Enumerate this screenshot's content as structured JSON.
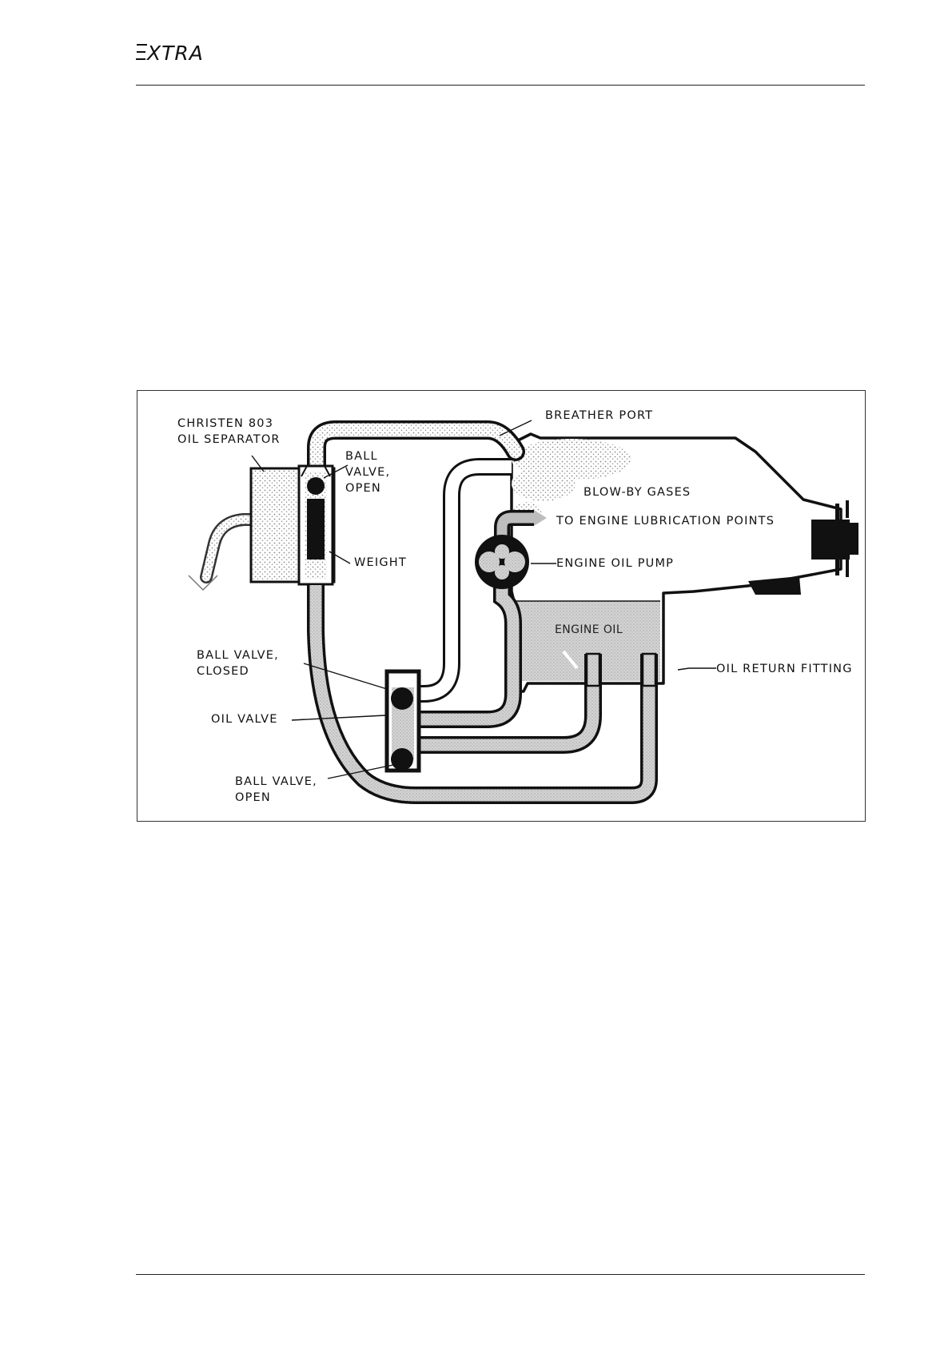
{
  "header": {
    "logo_text": "EXTRA"
  },
  "figure": {
    "labels": {
      "separator_line1": "CHRISTEN 803",
      "separator_line2": "OIL SEPARATOR",
      "ball_valve_top_1": "BALL",
      "ball_valve_top_2": "VALVE,",
      "ball_valve_top_3": "OPEN",
      "weight": "WEIGHT",
      "breather_port": "BREATHER PORT",
      "blow_by_gases": "BLOW-BY GASES",
      "lubrication_points": "TO ENGINE LUBRICATION POINTS",
      "engine_oil_pump": "ENGINE OIL PUMP",
      "engine_oil": "ENGINE OIL",
      "oil_return_fitting": "OIL RETURN FITTING",
      "ball_valve_closed_1": "BALL VALVE,",
      "ball_valve_closed_2": "CLOSED",
      "oil_valve": "OIL VALVE",
      "ball_valve_open_1": "BALL VALVE,",
      "ball_valve_open_2": "OPEN"
    },
    "colors": {
      "line": "#111111",
      "stipple": "#9a9a9a",
      "oil_fill": "#cfcfcf"
    }
  }
}
